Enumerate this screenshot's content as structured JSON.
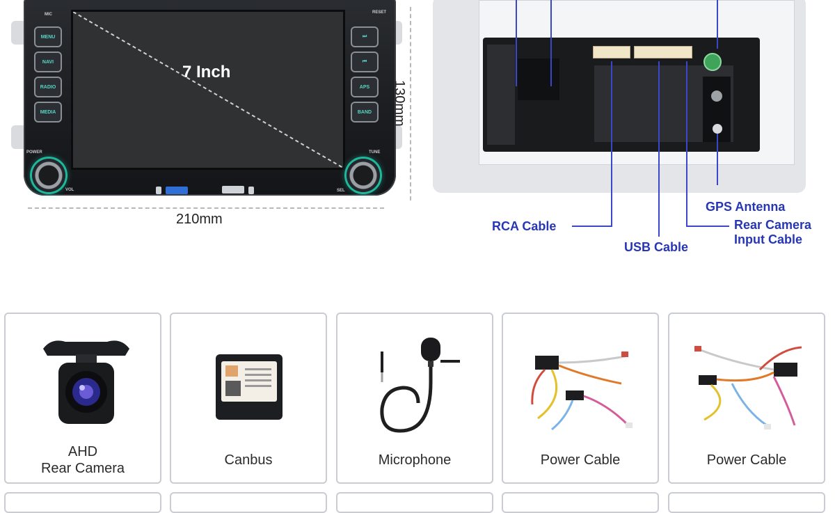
{
  "front_unit": {
    "screen_label": "7 Inch",
    "width_label": "210mm",
    "height_label": "130mm",
    "left_buttons": [
      "MENU",
      "NAVI",
      "RADIO",
      "MEDIA"
    ],
    "right_buttons": [
      "⏭",
      "⏮",
      "APS",
      "BAND"
    ],
    "knob_left_labels": {
      "power": "POWER",
      "vol": "VOL"
    },
    "knob_right_label": "TUNE",
    "top_labels": {
      "mic": "MIC",
      "reset": "RESET"
    },
    "sel_label": "SEL"
  },
  "rear_unit": {
    "callouts": {
      "rca": "RCA Cable",
      "usb": "USB Cable",
      "gps": "GPS Antenna",
      "rear_camera": [
        "Rear Camera",
        "Input Cable"
      ]
    }
  },
  "accessories": [
    {
      "label": [
        "AHD",
        "Rear Camera"
      ],
      "icon": "rear-camera-icon"
    },
    {
      "label": [
        "Canbus"
      ],
      "icon": "canbus-box-icon"
    },
    {
      "label": [
        "Microphone"
      ],
      "icon": "microphone-icon"
    },
    {
      "label": [
        "Power Cable"
      ],
      "icon": "power-cable-icon"
    },
    {
      "label": [
        "Power Cable"
      ],
      "icon": "power-cable-icon"
    }
  ],
  "colors": {
    "callout": "#2736b5",
    "accent_glow": "#1fb89d"
  }
}
